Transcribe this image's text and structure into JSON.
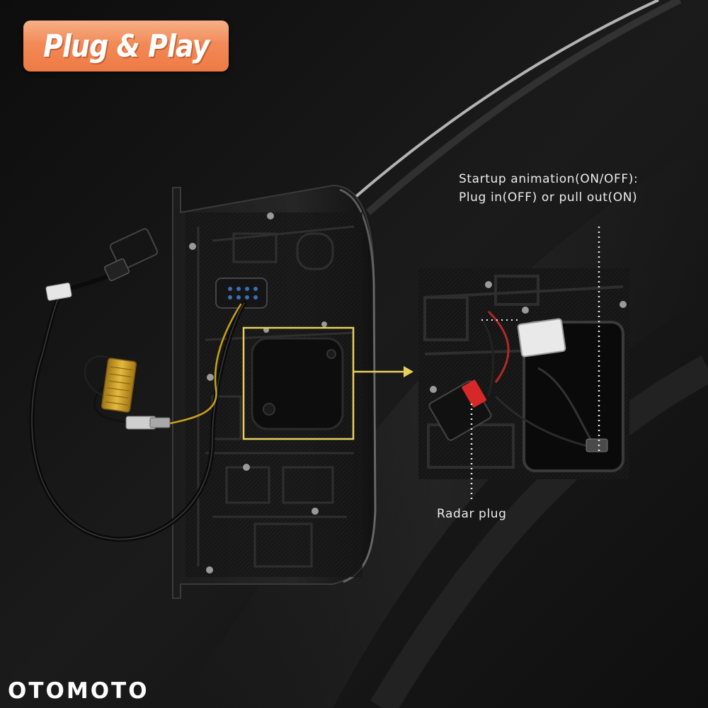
{
  "badge": {
    "text": "Plug & Play"
  },
  "annotations": {
    "startup_line1": "Startup animation(ON/OFF):",
    "startup_line2": "Plug in(OFF) or pull out(ON)",
    "radar_plug": "Radar plug"
  },
  "watermark": "OTOMOTO",
  "colors": {
    "badge_orange": "#f28a57",
    "highlight_box": "#e8cf5e",
    "background": "#121212",
    "resistor_gold": "#d4a22a",
    "connector_red": "#d62828"
  }
}
